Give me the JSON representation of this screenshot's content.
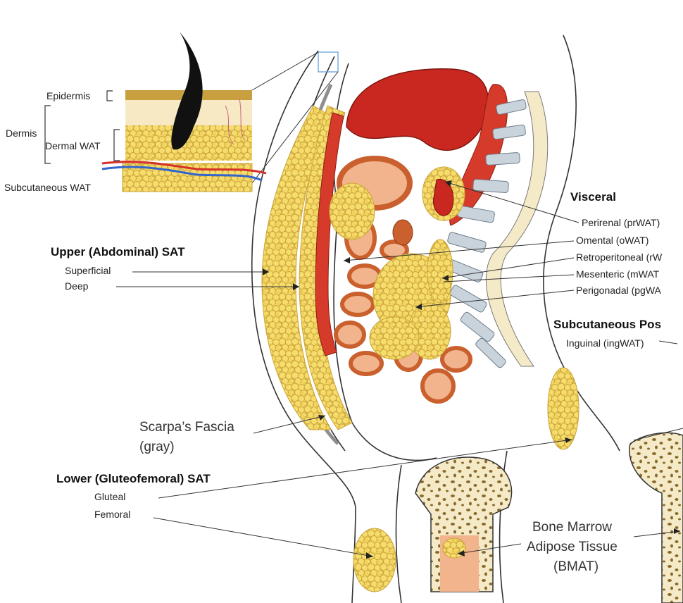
{
  "skin_inset": {
    "epidermis": "Epidermis",
    "dermis": "Dermis",
    "dermal_wat": "Dermal WAT",
    "subcutaneous_wat": "Subcutaneous WAT"
  },
  "visceral": {
    "title": "Visceral",
    "items": [
      "Perirenal (prWAT)",
      "Omental (oWAT)",
      "Retroperitoneal (rW",
      "Mesenteric (mWAT",
      "Perigonadal (pgWA"
    ]
  },
  "upper_sat": {
    "title": "Upper (Abdominal) SAT",
    "items": [
      "Superficial",
      "Deep"
    ]
  },
  "subcutaneous_posterior": {
    "title": "Subcutaneous Pos",
    "items": [
      "Inguinal (ingWAT)"
    ]
  },
  "scarpa": {
    "line1": "Scarpa’s Fascia",
    "line2": "(gray)"
  },
  "lower_sat": {
    "title": "Lower (Gluteofemoral) SAT",
    "items": [
      "Gluteal",
      "Femoral"
    ]
  },
  "bmat": {
    "line1": "Bone Marrow",
    "line2": "Adipose Tissue",
    "line3": "(BMAT)"
  },
  "colors": {
    "fat": "#f2d35e",
    "fat_stroke": "#c9a43a",
    "muscle": "#d63a2a",
    "organ": "#c9602e",
    "organ_inner": "#f2b48c",
    "bone": "#f5eac8",
    "vertebra": "#c9d3dc",
    "fascia": "#8f8f8f"
  }
}
